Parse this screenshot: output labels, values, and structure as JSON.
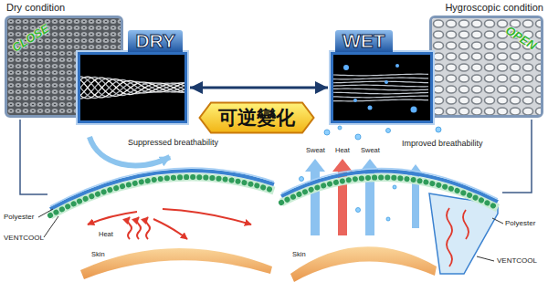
{
  "diagram": {
    "nodes": [
      {
        "text": [
          "Dry condition",
          "CLOSE"
        ]
      },
      {
        "text": [
          "DRY"
        ]
      },
      {
        "text": [
          "可逆變化"
        ]
      },
      {
        "text": [
          "WET"
        ]
      },
      {
        "text": [
          "Hygroscopic condition",
          "OPEN"
        ]
      }
    ],
    "edges": [
      {
        "from": 1,
        "to": 3,
        "arrow": "both"
      }
    ],
    "labels": [
      "Suppressed breathability",
      "Improved breathability",
      "Polyester",
      "VENTCOOL",
      "Heat",
      "Skin",
      "Sweat",
      "Heat",
      "Sweat",
      "Polyester",
      "VENTCOOL",
      "Skin"
    ]
  }
}
